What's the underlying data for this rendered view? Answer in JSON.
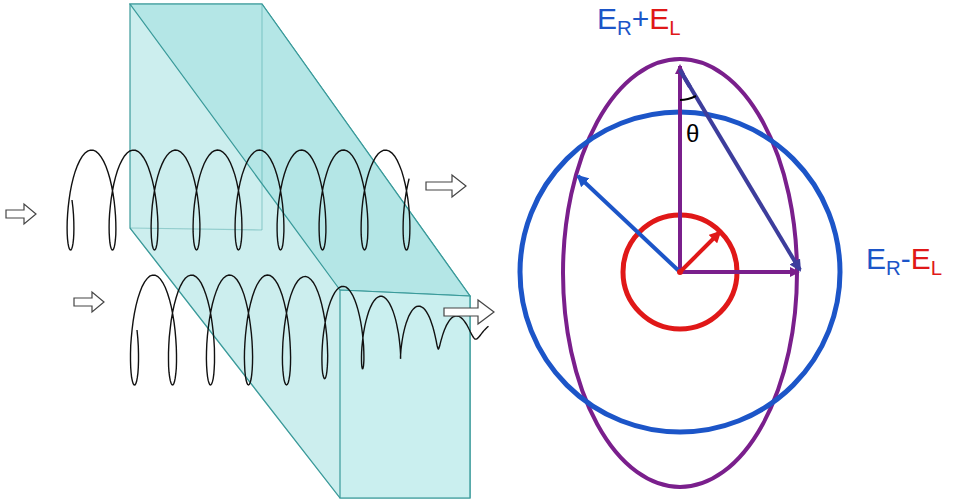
{
  "diagram": {
    "labels": [
      "ER+EL",
      "θ",
      "ER-EL"
    ]
  }
}
